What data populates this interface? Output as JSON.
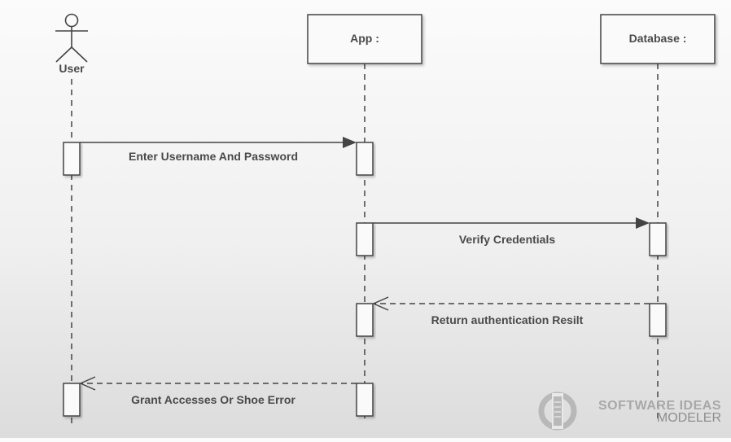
{
  "diagram": {
    "actor": {
      "label": "User"
    },
    "lifelines": [
      {
        "label": "App :"
      },
      {
        "label": "Database :"
      }
    ],
    "messages": [
      {
        "label": "Enter Username And Password",
        "kind": "sync"
      },
      {
        "label": "Verify Credentials",
        "kind": "sync"
      },
      {
        "label": "Return authentication Resilt",
        "kind": "return"
      },
      {
        "label": "Grant Accesses Or Shoe Error",
        "kind": "return"
      }
    ]
  },
  "watermark": {
    "line1": "SOFTWARE IDEAS",
    "line2": "MODELER"
  },
  "colors": {
    "line": "#444444",
    "text": "#4a4a4a",
    "box_fill": "#fafafa",
    "watermark": "#aaaaaa"
  }
}
